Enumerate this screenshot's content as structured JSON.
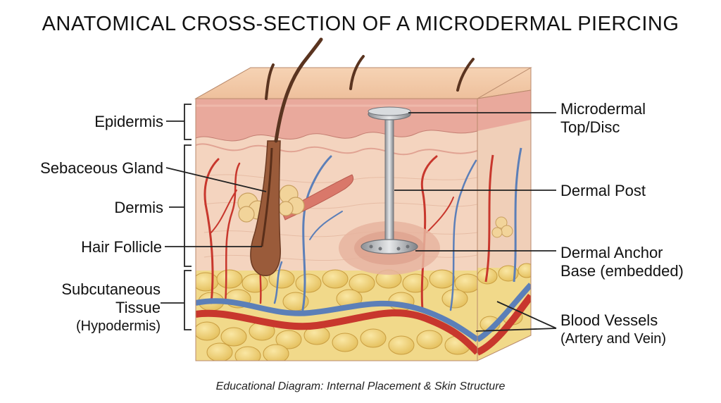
{
  "title": "ANATOMICAL CROSS-SECTION OF A MICRODERMAL PIERCING",
  "labels_left": {
    "epidermis": "Epidermis",
    "sebaceous_gland": "Sebaceous Gland",
    "dermis": "Dermis",
    "hair_follicle": "Hair Follicle",
    "subcutaneous_line1": "Subcutaneous",
    "subcutaneous_line2": "Tissue",
    "subcutaneous_line3": "(Hypodermis)"
  },
  "labels_right": {
    "top_disc_line1": "Microdermal",
    "top_disc_line2": "Top/Disc",
    "dermal_post": "Dermal Post",
    "anchor_line1": "Dermal Anchor",
    "anchor_line2": "Base (embedded)",
    "vessels_line1": "Blood Vessels",
    "vessels_line2": "(Artery and Vein)"
  },
  "caption": "Educational Diagram: Internal Placement & Skin Structure",
  "colors": {
    "skin_top": "#f3c9a6",
    "epidermis": "#e9a99c",
    "dermis": "#f4d2bd",
    "fat": "#f0d27a",
    "artery": "#c8372d",
    "vein": "#5c7fb8",
    "metal": "#b9bcc0"
  }
}
